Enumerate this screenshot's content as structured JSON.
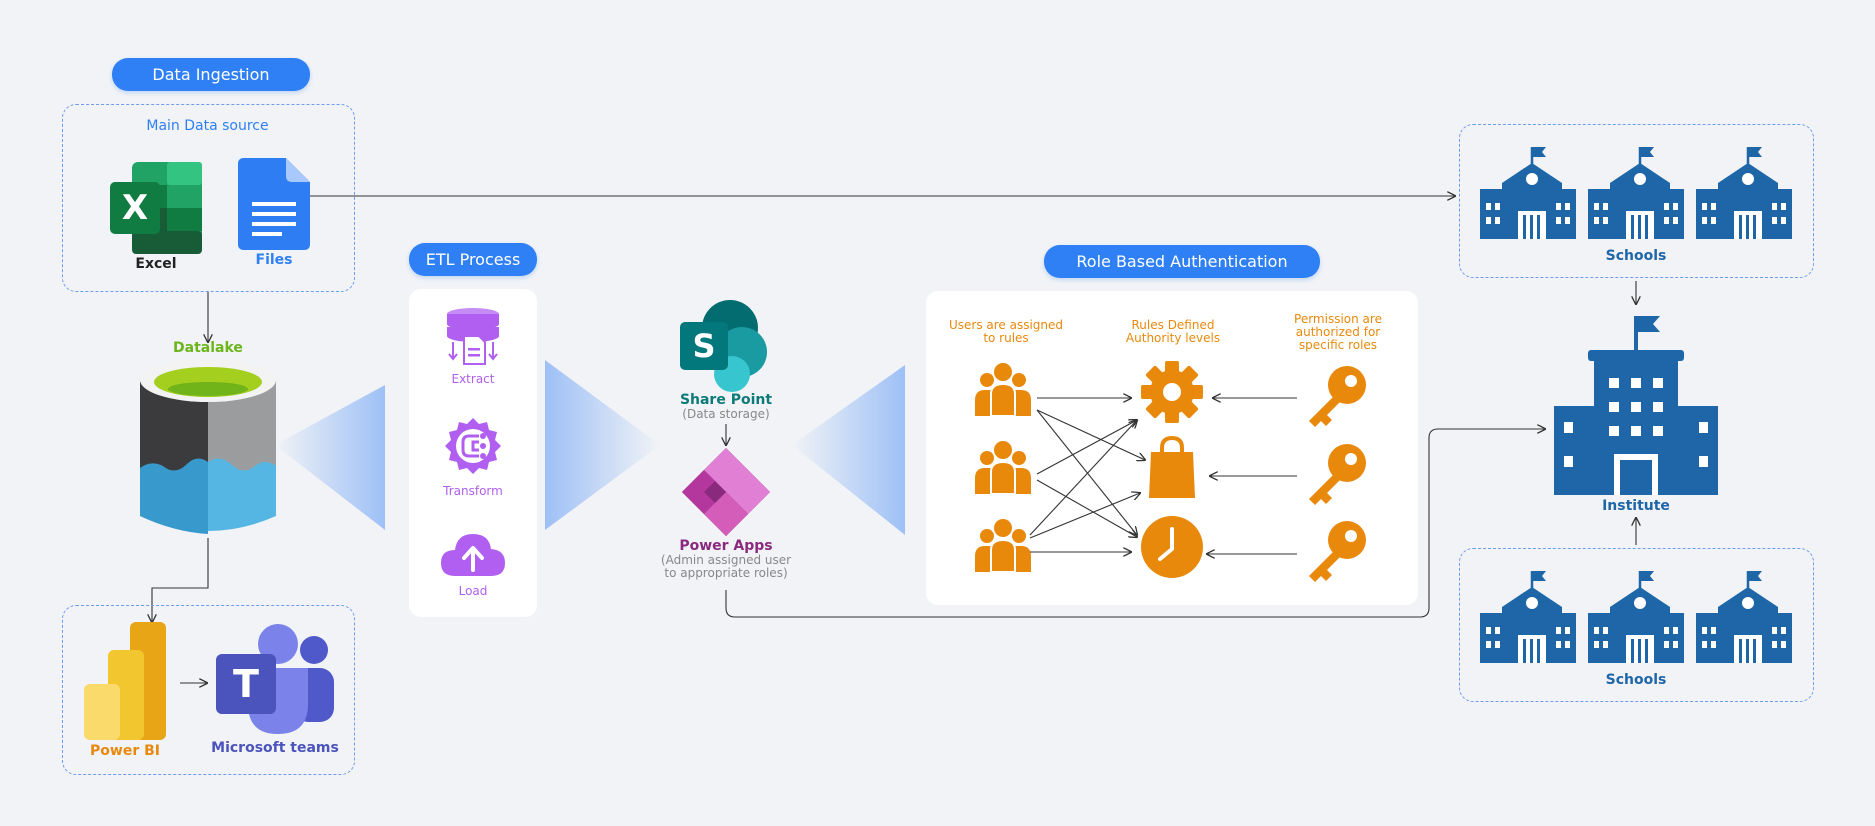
{
  "ingestion": {
    "title": "Data Ingestion",
    "source_label": "Main Data source",
    "excel_label": "Excel",
    "files_label": "Files",
    "excel_glyph": "X",
    "datalake_label": "Datalake"
  },
  "reporting": {
    "powerbi_label": "Power BI",
    "teams_label": "Microsoft teams",
    "teams_glyph": "T"
  },
  "etl": {
    "title": "ETL Process",
    "steps": [
      "Extract",
      "Transform",
      "Load"
    ]
  },
  "platform": {
    "sharepoint_label": "Share Point",
    "sharepoint_sub": "(Data storage)",
    "sharepoint_glyph": "S",
    "powerapps_label": "Power Apps",
    "powerapps_sub1": "(Admin assigned user",
    "powerapps_sub2": "to appropriate roles)"
  },
  "rba": {
    "title": "Role Based Authentication",
    "col1": [
      "Users are assigned",
      "to rules"
    ],
    "col2": [
      "Rules Defined",
      "Authority levels"
    ],
    "col3": [
      "Permission are",
      "authorized for",
      "specific roles"
    ]
  },
  "org": {
    "schools_top": "Schools",
    "institute": "Institute",
    "schools_bottom": "Schools"
  },
  "colors": {
    "background": "#f1f3f6",
    "accent_blue": "#2f80f5",
    "school_blue": "#1f66a8",
    "orange": "#e8890c",
    "purple": "#b05ff0",
    "powerapps_purple": "#8a2a7f"
  }
}
